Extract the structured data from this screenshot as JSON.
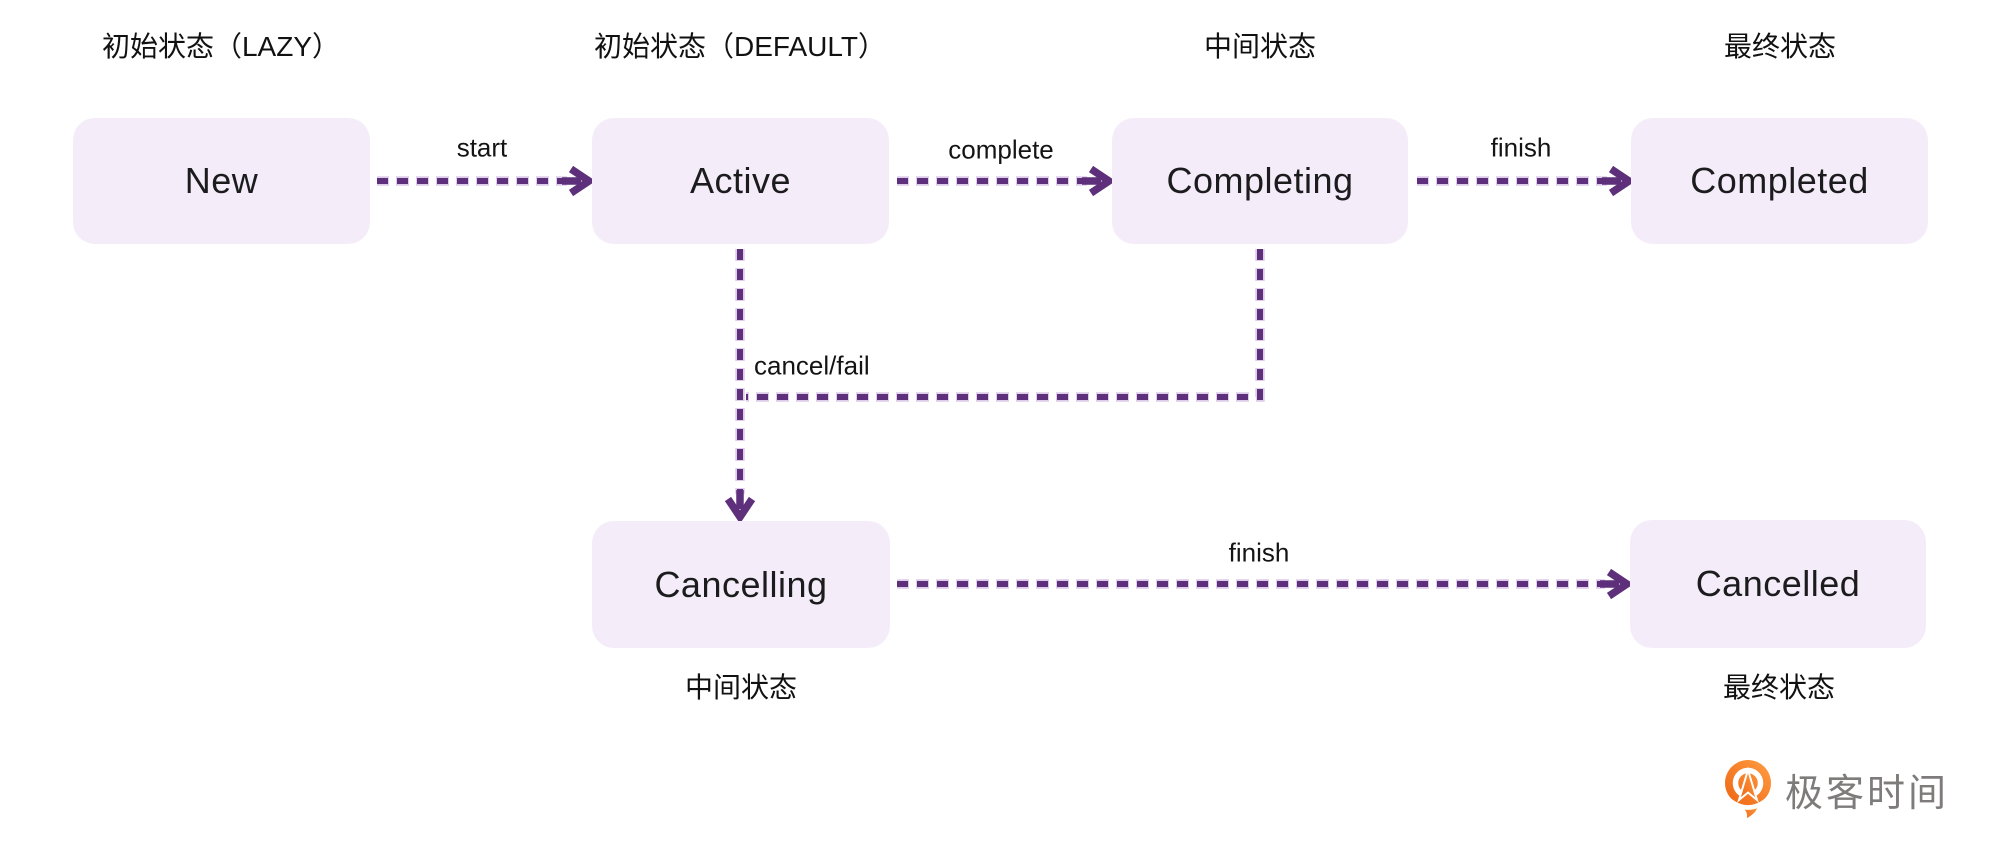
{
  "diagram_title": "",
  "colors": {
    "background": "#ffffff",
    "node_fill": "#f4edf9",
    "node_text": "#1c1c1e",
    "annotation_text": "#111111",
    "arrow": "#5e2f7a",
    "arrow_halo": "#ddccea",
    "logo_orange_dark": "#ee6412",
    "logo_orange_light": "#ff9e43",
    "logo_text_color": "#7e7b7b"
  },
  "nodes": [
    {
      "label": "New",
      "annotation": "初始状态（LAZY）",
      "annotation_position": "top"
    },
    {
      "label": "Active",
      "annotation": "初始状态（DEFAULT）",
      "annotation_position": "top"
    },
    {
      "label": "Completing",
      "annotation": "中间状态",
      "annotation_position": "top"
    },
    {
      "label": "Completed",
      "annotation": "最终状态",
      "annotation_position": "top"
    },
    {
      "label": "Cancelling",
      "annotation": "中间状态",
      "annotation_position": "bottom"
    },
    {
      "label": "Cancelled",
      "annotation": "最终状态",
      "annotation_position": "bottom"
    }
  ],
  "edges": [
    {
      "from": "New",
      "to": "Active",
      "label": "start"
    },
    {
      "from": "Active",
      "to": "Completing",
      "label": "complete"
    },
    {
      "from": "Completing",
      "to": "Completed",
      "label": "finish"
    },
    {
      "from": "Active",
      "to": "Cancelling",
      "label": "cancel/fail"
    },
    {
      "from": "Cancelling",
      "to": "Cancelled",
      "label": "finish"
    },
    {
      "from": "Completing",
      "to": "Cancelling",
      "label": ""
    }
  ],
  "logo": {
    "text": "极客时间",
    "icon": "geektime-icon"
  }
}
